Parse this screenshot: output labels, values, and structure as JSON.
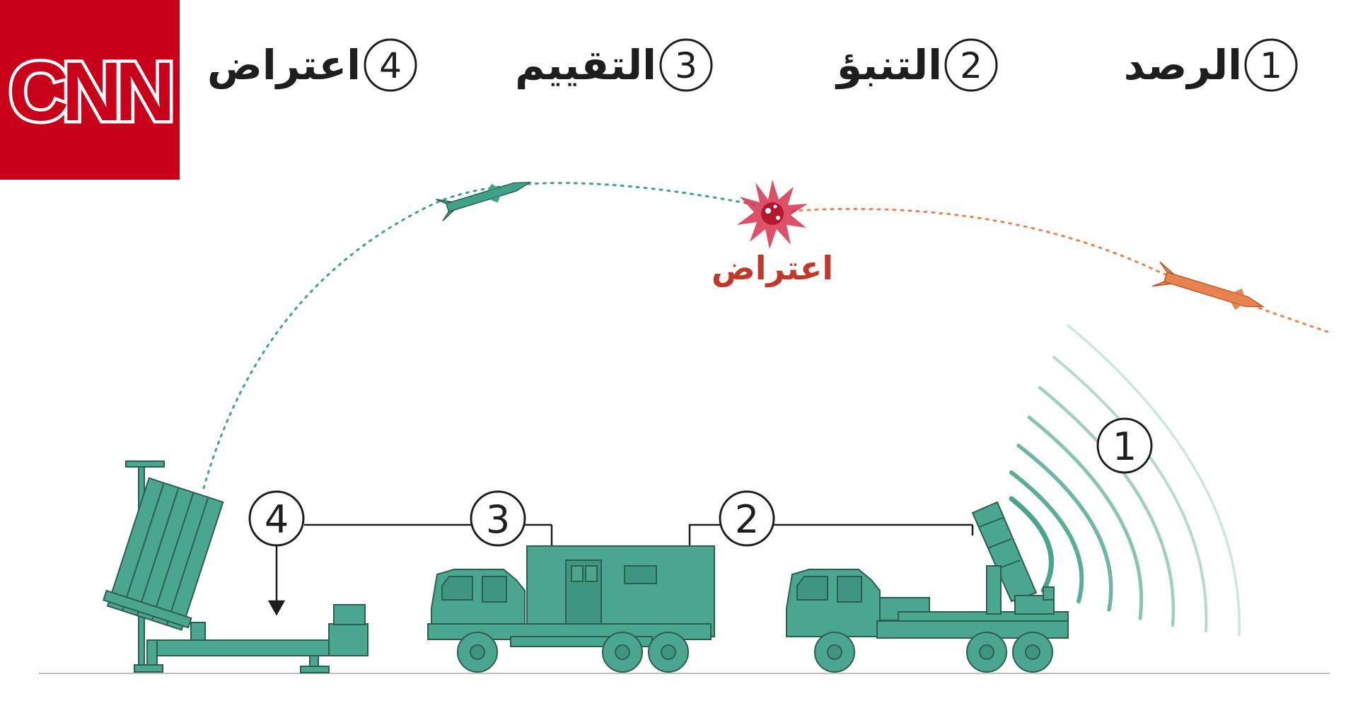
{
  "logo": {
    "text": "CNN",
    "bg_color": "#c8001a"
  },
  "steps": [
    {
      "number": "1",
      "label": "الرصد"
    },
    {
      "number": "2",
      "label": "التنبؤ"
    },
    {
      "number": "3",
      "label": "التقييم"
    },
    {
      "number": "4",
      "label": "اعتراض"
    }
  ],
  "callouts": {
    "radar": "1",
    "prediction": "2",
    "assessment": "3",
    "interception": "4"
  },
  "intercept_label": "اعتراض",
  "colors": {
    "vehicle": "#4aa68e",
    "vehicle_outline": "#2c5f52",
    "incoming_rocket": "#e8834f",
    "interceptor": "#3fa38a",
    "explosion": "#d6334d",
    "intercept_text": "#c0392b",
    "radar_waves": "#3f9f85",
    "text": "#1e1e1e"
  }
}
